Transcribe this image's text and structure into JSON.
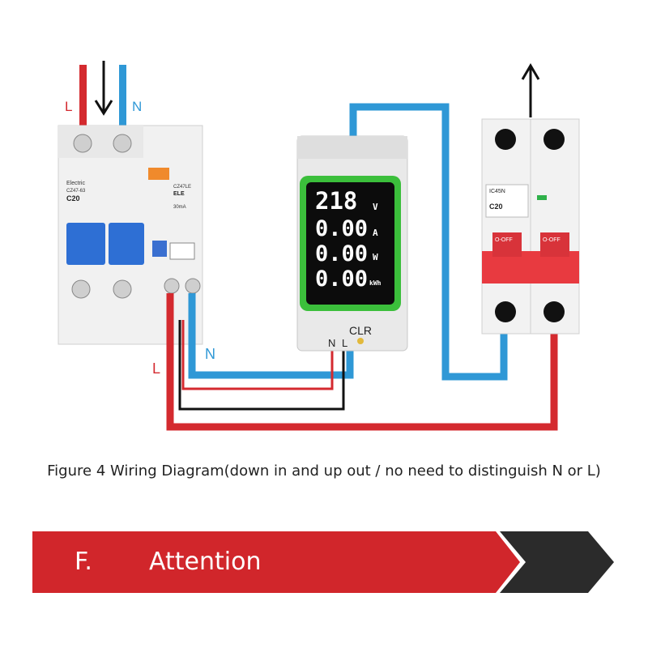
{
  "colors": {
    "live": "#d42a2f",
    "neutral": "#2f98d6",
    "black": "#111111",
    "banner_red": "#d1262b",
    "banner_dark": "#2b2b2b",
    "lcd_bg": "#0c0c0c",
    "lcd_frame": "#3bbf3b"
  },
  "supply": {
    "L": "L",
    "N": "N"
  },
  "rcbo": {
    "brand": "Electric",
    "model": "CZ47-63",
    "rating": "C20",
    "model2": "CZ47LE",
    "type": "ELE",
    "rated_current": "30mA"
  },
  "meter": {
    "readings": [
      {
        "value": "218",
        "unit": "V"
      },
      {
        "value": "0.00",
        "unit": "A"
      },
      {
        "value": "0.00",
        "unit": "W"
      },
      {
        "value": "0.00",
        "unit": "kWh"
      }
    ],
    "clr_label": "CLR",
    "n_label": "N",
    "l_label": "L"
  },
  "breaker": {
    "model": "IC45N",
    "rating": "C20",
    "switch_label": "O-OFF"
  },
  "wire_labels": {
    "N": "N",
    "L": "L"
  },
  "caption": "Figure 4 Wiring Diagram(down in and up out / no need to distinguish N or L)",
  "banner": {
    "letter": "F.",
    "title": "Attention"
  }
}
